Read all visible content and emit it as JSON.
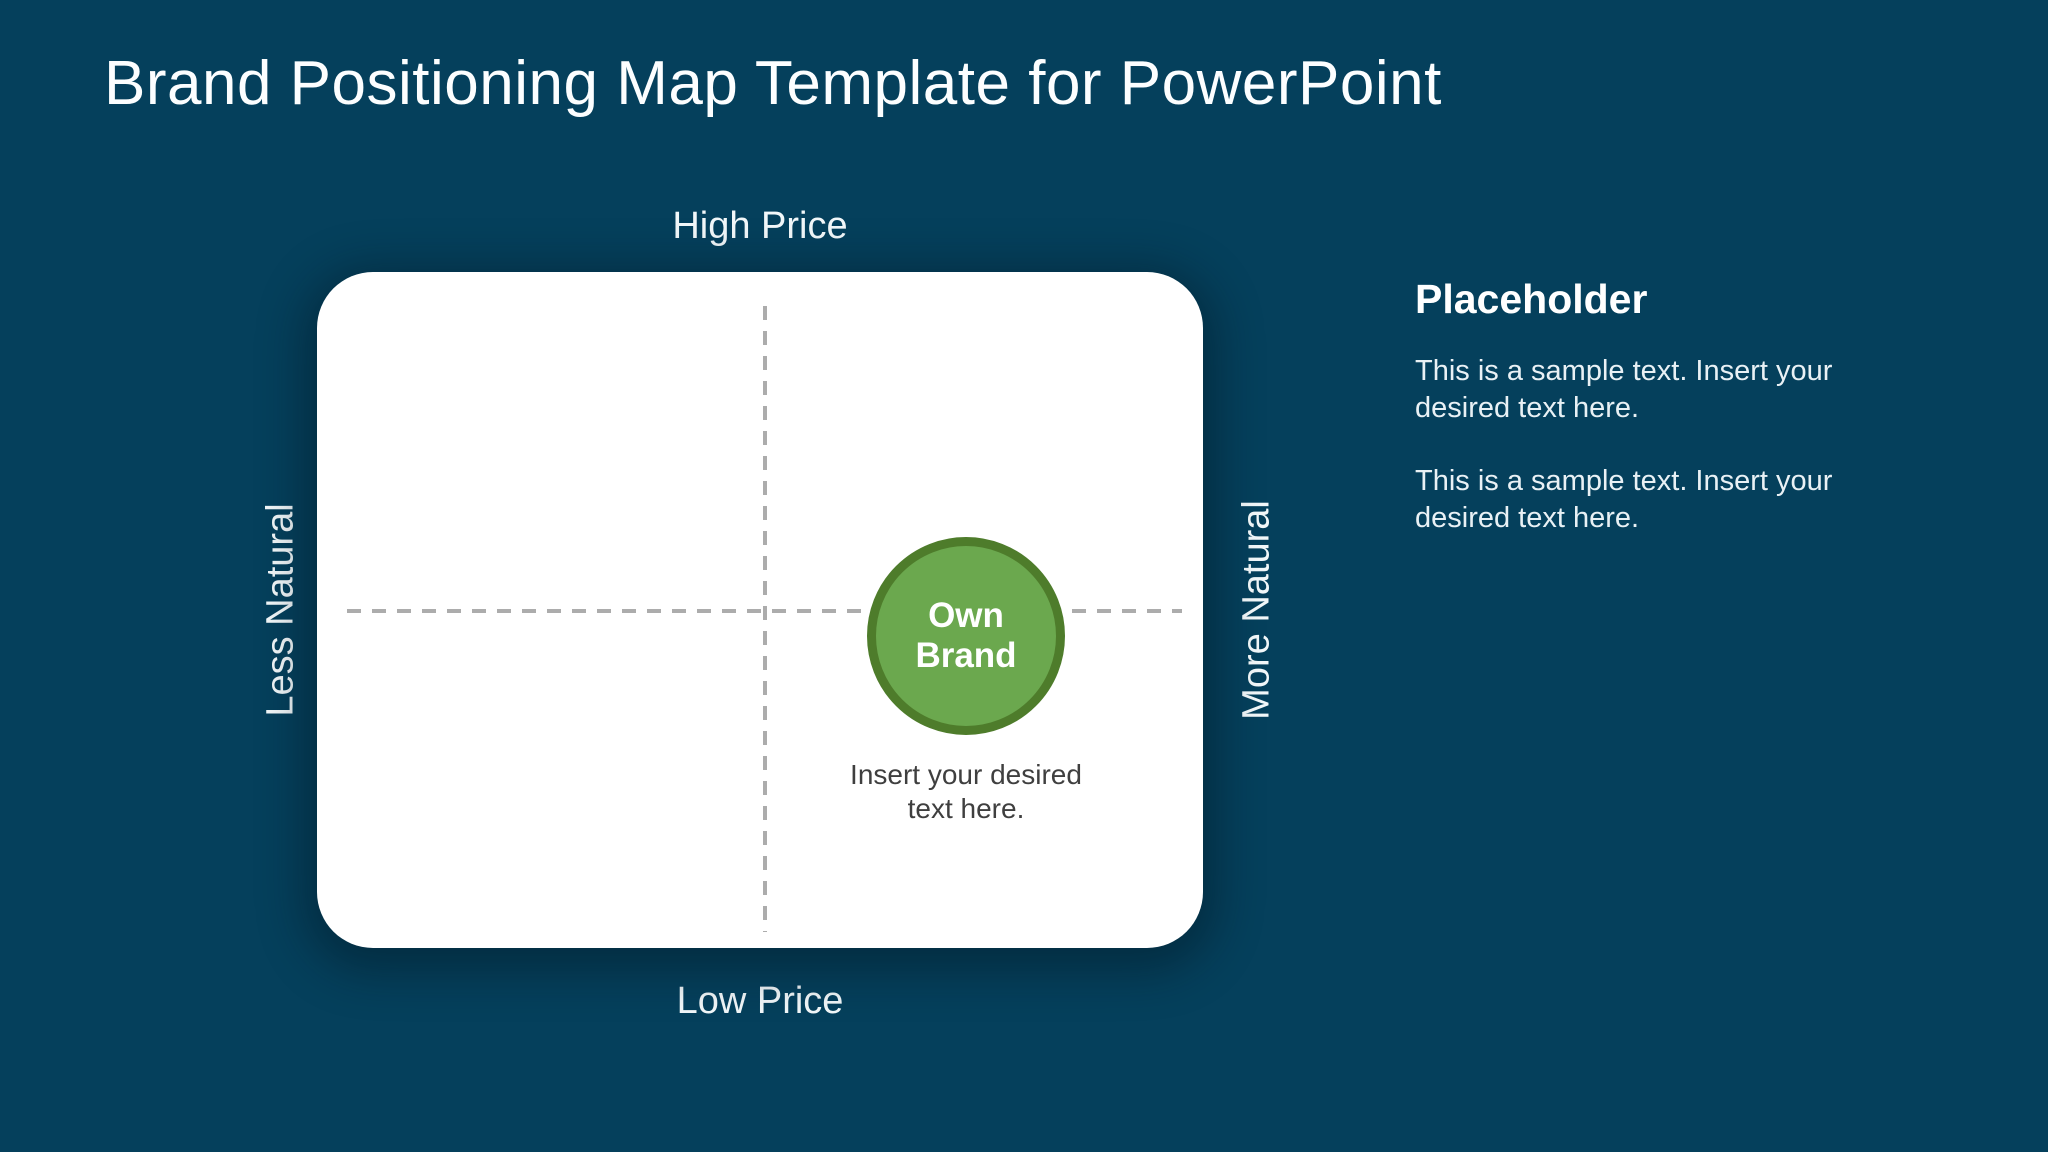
{
  "slide": {
    "title": "Brand Positioning Map Template for PowerPoint",
    "background_color": "#05405C"
  },
  "positioning_map": {
    "type": "quadrant-map",
    "axes": {
      "top": "High Price",
      "bottom": "Low Price",
      "left": "Less Natural",
      "right": "More Natural"
    },
    "brand_marker": {
      "label": "Own Brand",
      "caption": "Insert your desired text here.",
      "quadrant": "right-center",
      "fill_color": "#6BA84E",
      "border_color": "#4E7C2B",
      "text_color": "#FFFFFF"
    },
    "panel_color": "#FFFFFF",
    "dashed_line_color": "#ACACAC"
  },
  "sidebar": {
    "heading": "Placeholder",
    "paragraphs": [
      "This is a sample text. Insert your desired text here.",
      "This is a sample text. Insert your desired text here."
    ]
  },
  "colors": {
    "background": "#05405C",
    "title_text": "#FCFEFF",
    "axis_label_text": "#F2F8FA",
    "caption_text": "#3F3F3F",
    "sidebar_body_text": "#E9F1F5"
  }
}
